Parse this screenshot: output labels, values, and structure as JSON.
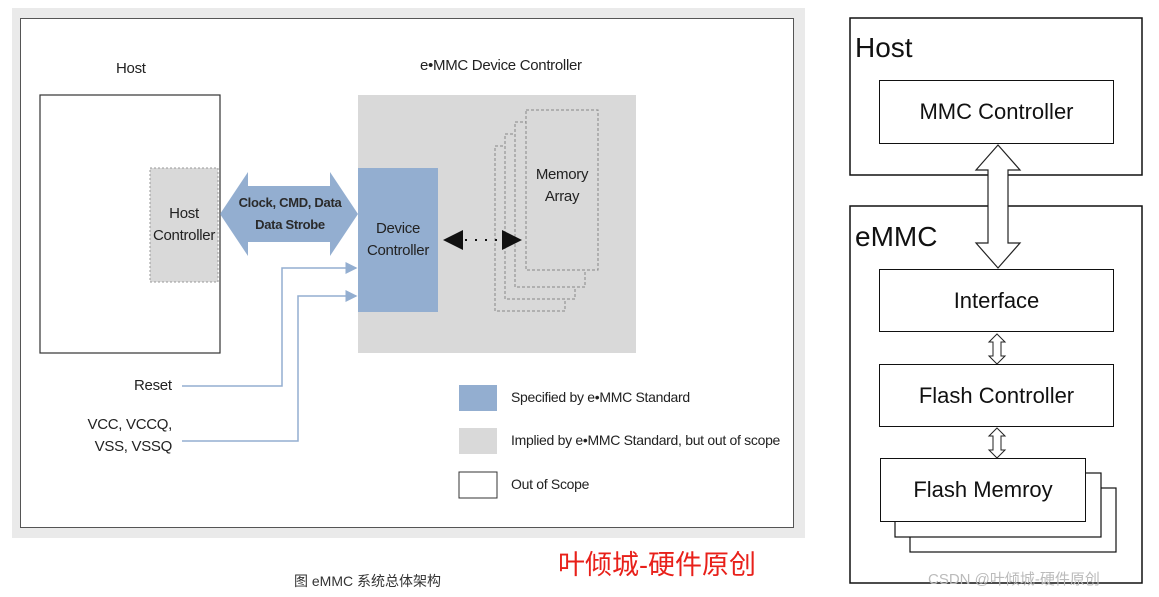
{
  "left_diagram": {
    "host_title": "Host",
    "device_title": "e•MMC Device Controller",
    "host_controller": "Host\nController",
    "bus_label": "Clock, CMD, Data\nData Strobe",
    "device_controller": "Device\nController",
    "memory_array": "Memory\nArray",
    "reset": "Reset",
    "power": "VCC, VCCQ,\nVSS, VSSQ",
    "legend": {
      "specified": "Specified by e•MMC Standard",
      "implied": "Implied by e•MMC Standard, but out of scope",
      "out_of_scope": "Out of Scope"
    },
    "caption": "图 eMMC 系统总体架构",
    "watermark": "叶倾城-硬件原创",
    "colors": {
      "specified": "#93aed0",
      "implied": "#d9d9d9",
      "watermark": "#e8201a"
    }
  },
  "right_diagram": {
    "host_title": "Host",
    "mmc_controller": "MMC Controller",
    "emmc_title": "eMMC",
    "interface": "Interface",
    "flash_controller": "Flash Controller",
    "flash_memory": "Flash Memroy",
    "csdn_watermark": "CSDN @叶倾城-硬件原创"
  }
}
